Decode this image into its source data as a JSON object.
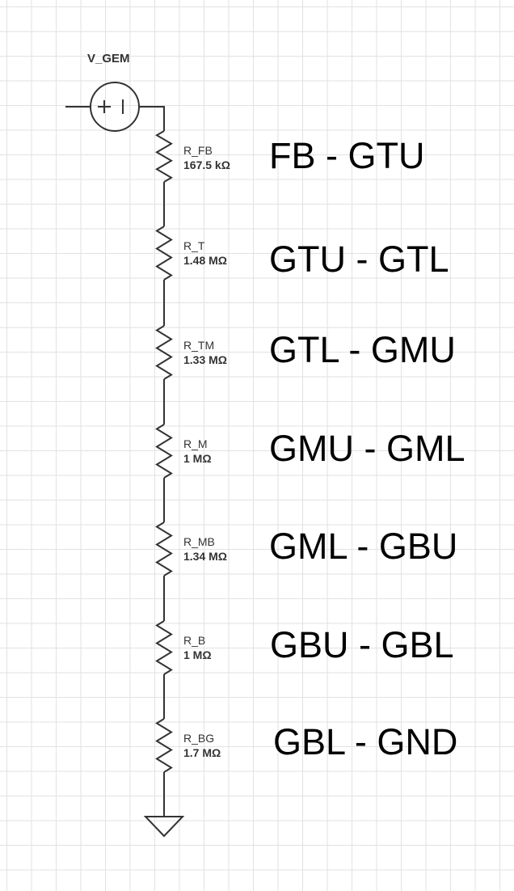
{
  "source": {
    "label": "V_GEM",
    "symbol": "+ |"
  },
  "resistors": [
    {
      "name": "R_FB",
      "value": "167.5 kΩ",
      "node_label": "FB - GTU"
    },
    {
      "name": "R_T",
      "value": "1.48 MΩ",
      "node_label": "GTU - GTL"
    },
    {
      "name": "R_TM",
      "value": "1.33 MΩ",
      "node_label": "GTL - GMU"
    },
    {
      "name": "R_M",
      "value": "1 MΩ",
      "node_label": "GMU - GML"
    },
    {
      "name": "R_MB",
      "value": "1.34 MΩ",
      "node_label": "GML - GBU"
    },
    {
      "name": "R_B",
      "value": "1 MΩ",
      "node_label": "GBU - GBL"
    },
    {
      "name": "R_BG",
      "value": "1.7 MΩ",
      "node_label": "GBL - GND"
    }
  ],
  "colors": {
    "wire": "#333333",
    "grid": "#e2e2e2",
    "label": "#000000"
  }
}
